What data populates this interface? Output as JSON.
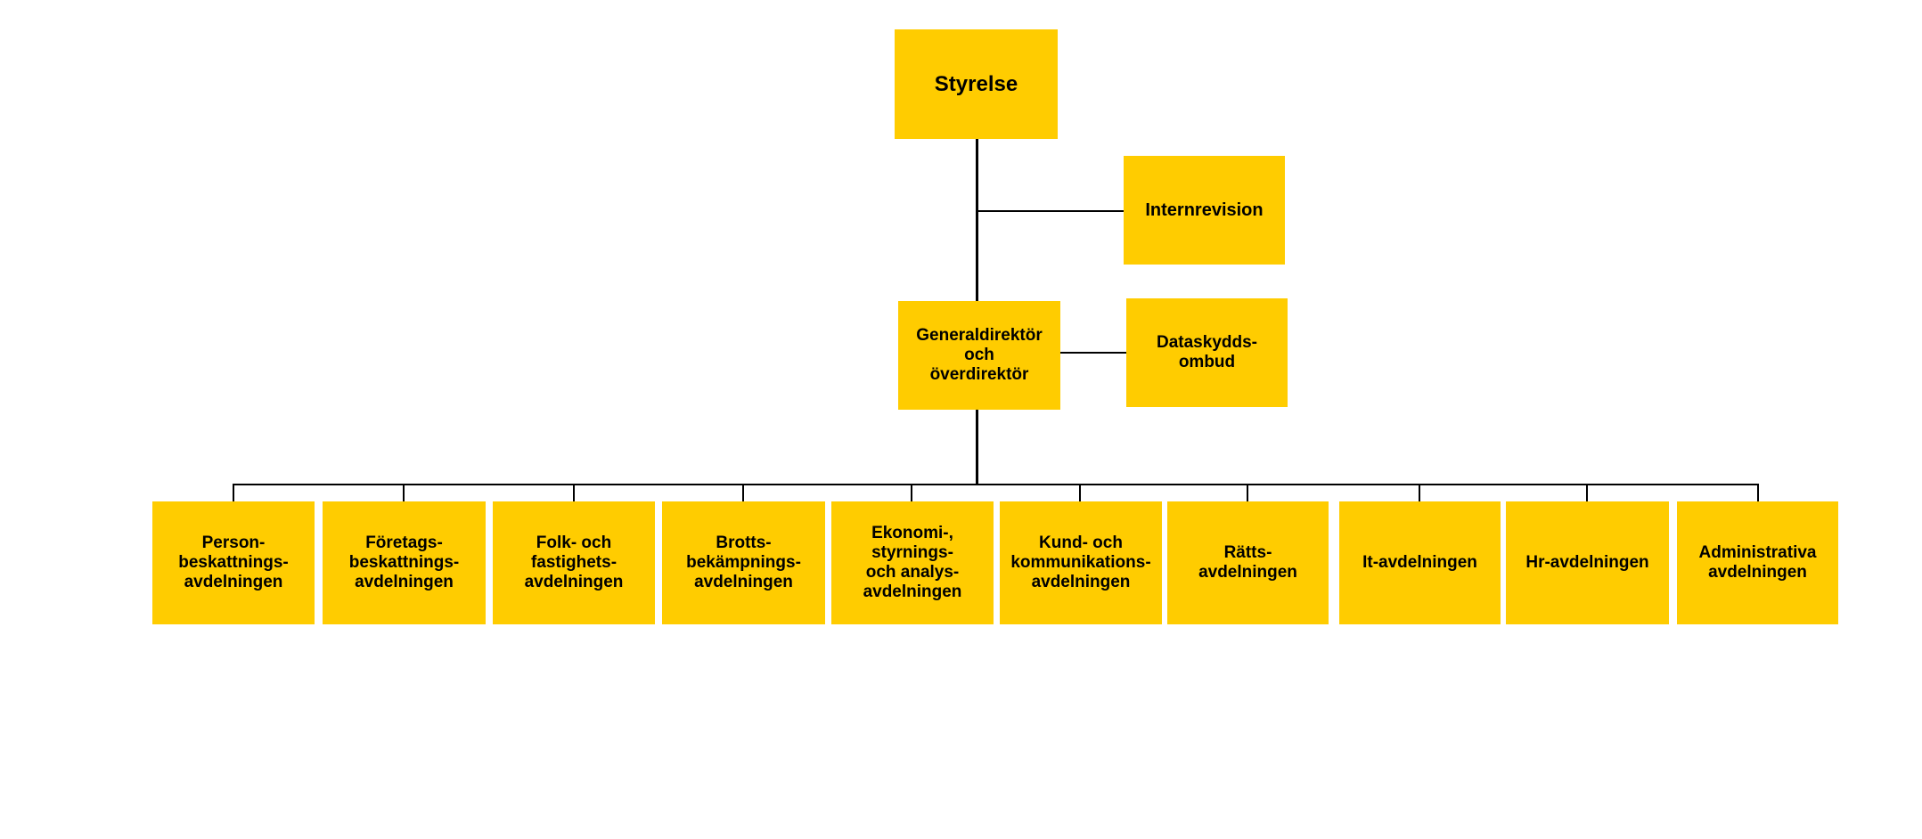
{
  "colors": {
    "box_fill": "#ffcc00",
    "text": "#000000",
    "connector": "#000000",
    "background": "#ffffff"
  },
  "board": {
    "label": "Styrelse"
  },
  "internal_audit": {
    "label": "Internrevision"
  },
  "director_general": {
    "label": "Generaldirektör\noch\növerdirektör"
  },
  "data_protection": {
    "label": "Dataskydds-\nombud"
  },
  "departments": [
    {
      "label": "Person-\nbeskattnings-\navdelningen"
    },
    {
      "label": "Företags-\nbeskattnings-\navdelningen"
    },
    {
      "label": "Folk- och\nfastighets-\navdelningen"
    },
    {
      "label": "Brotts-\nbekämpnings-\navdelningen"
    },
    {
      "label": "Ekonomi-,\nstyrnings-\noch analys-\navdelningen"
    },
    {
      "label": "Kund- och\nkommunikations-\navdelningen"
    },
    {
      "label": "Rätts-\navdelningen"
    },
    {
      "label": "It-avdelningen"
    },
    {
      "label": "Hr-avdelningen"
    },
    {
      "label": "Administrativa\navdelningen"
    }
  ]
}
